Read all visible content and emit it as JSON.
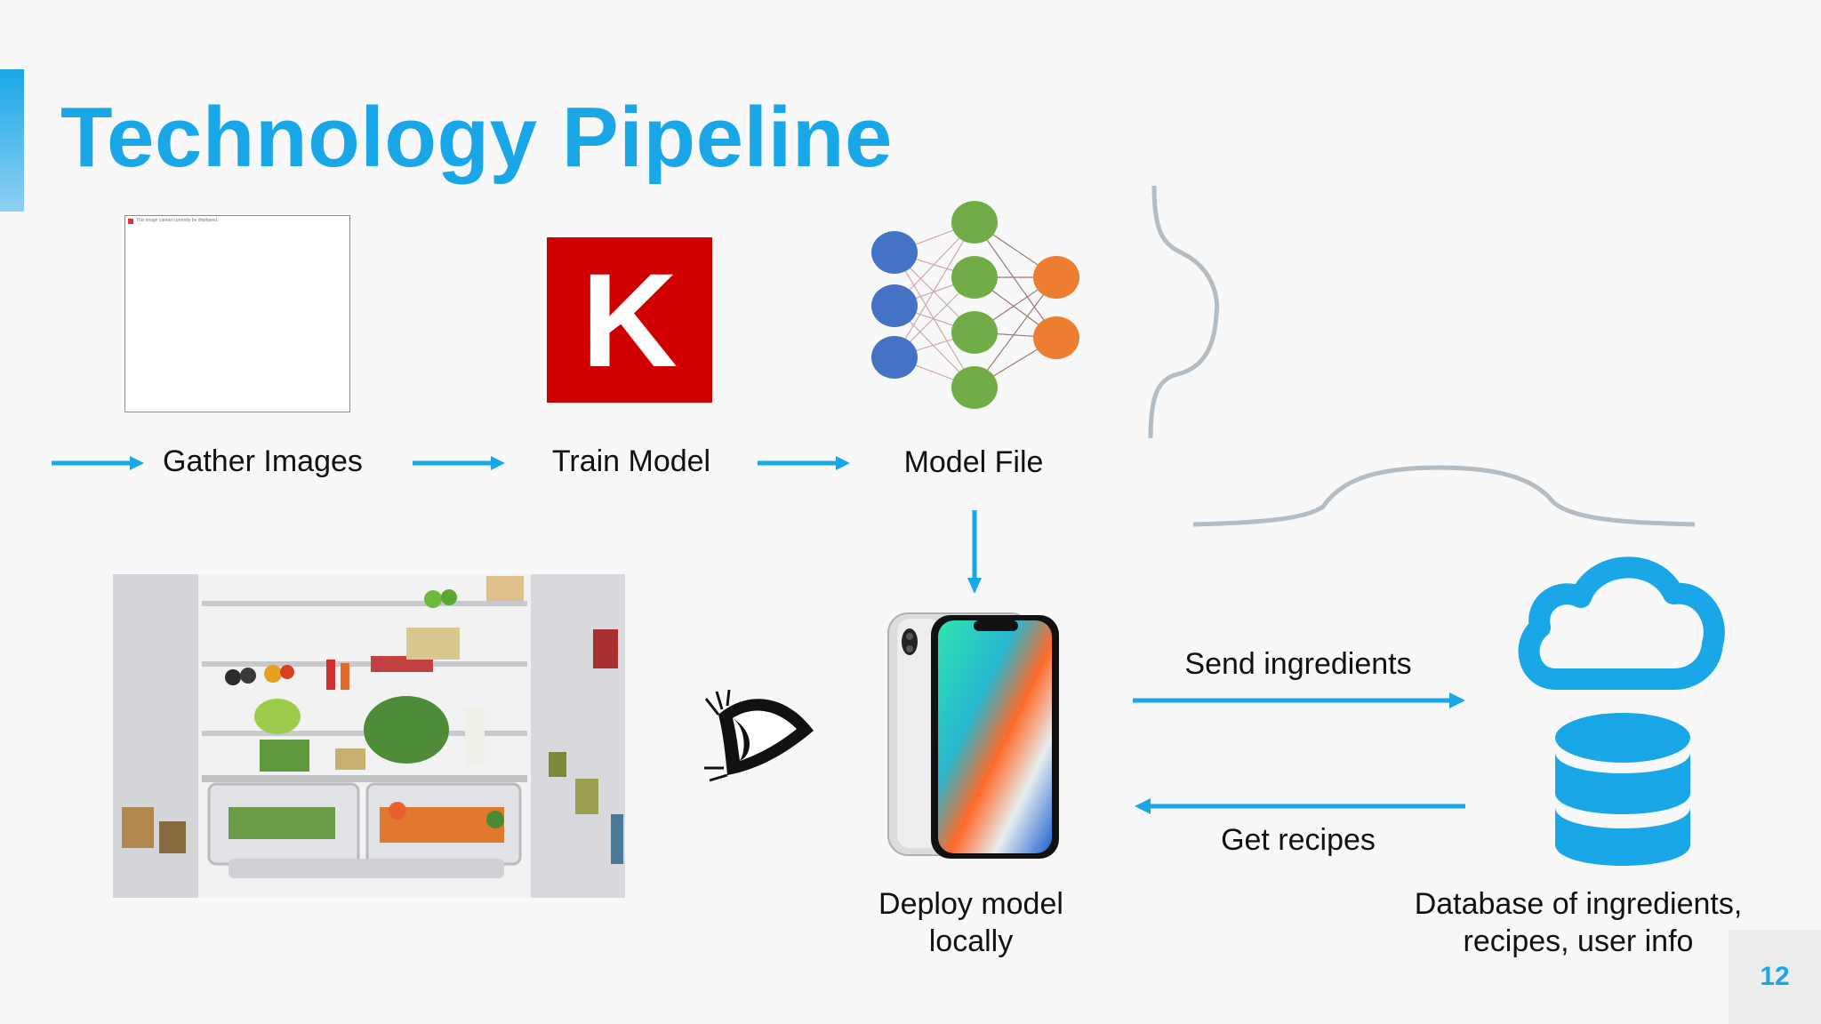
{
  "slide": {
    "title": "Technology Pipeline",
    "page_number": "12"
  },
  "colors": {
    "accent": "#1aa7e8",
    "keras_red": "#d00000",
    "brace_gray": "#b4bcc4",
    "node_blue": "#4472c4",
    "node_green": "#70ad47",
    "node_orange": "#ed7d31"
  },
  "pipeline": {
    "steps": [
      {
        "label": "Gather Images",
        "icon": "image-placeholder-icon"
      },
      {
        "label": "Train Model",
        "icon": "keras-logo-icon"
      },
      {
        "label": "Model File",
        "icon": "neural-network-icon"
      }
    ],
    "keras_letter": "K",
    "broken_image_text": "This image cannot currently be displayed."
  },
  "bottom": {
    "fridge_icon": "fridge-photo",
    "eye_icon": "eye-icon",
    "phone_icon": "phone-icon",
    "deploy_label": "Deploy model locally",
    "send_label": "Send ingredients",
    "get_label": "Get recipes",
    "database_label": "Database of ingredients, recipes, user info",
    "cloud_icon": "cloud-icon",
    "database_icon": "database-icon"
  }
}
